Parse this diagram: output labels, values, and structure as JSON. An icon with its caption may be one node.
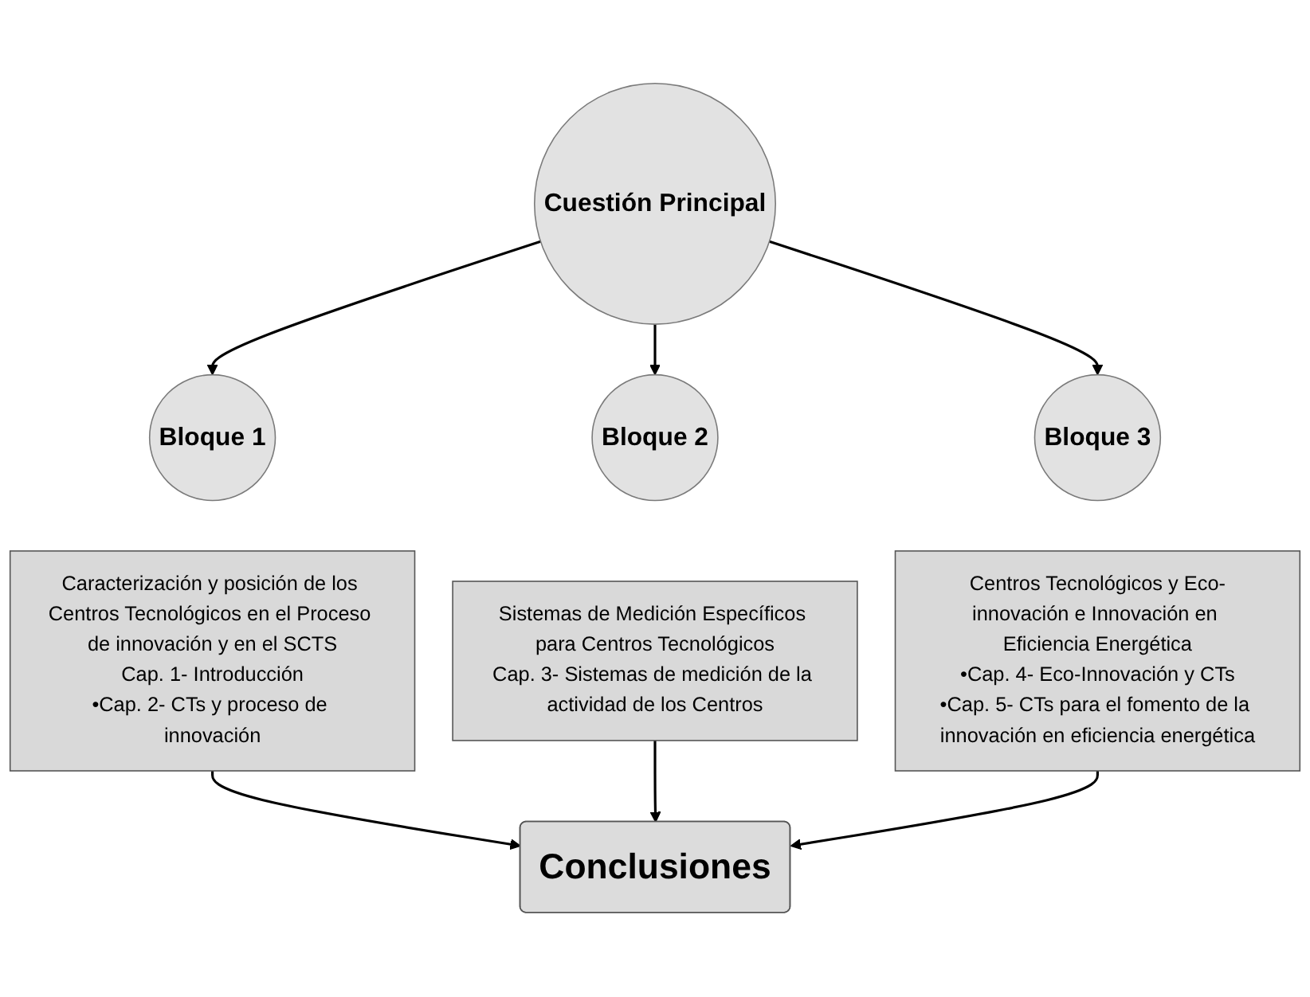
{
  "diagram": {
    "nodes": [
      {
        "text": [
          "Cuestión Principal"
        ]
      },
      {
        "text": [
          "Bloque 1"
        ]
      },
      {
        "text": [
          "Bloque 2"
        ]
      },
      {
        "text": [
          "Bloque 3"
        ]
      },
      {
        "text": [
          "Caracterización y posición de los Centros Tecnológicos en el Proceso de innovación y en el SCTS",
          "Cap. 1- Introducción",
          "•Cap. 2- CTs y proceso de innovación"
        ]
      },
      {
        "text": [
          "Sistemas de Medición Específicos para Centros Tecnológicos",
          "Cap. 3- Sistemas de medición de la actividad de los Centros"
        ]
      },
      {
        "text": [
          "Centros Tecnológicos y Eco-innovación e Innovación en Eficiencia Energética",
          "•Cap. 4- Eco-Innovación y CTs",
          "•Cap. 5- CTs para el fomento de la innovación en eficiencia energética"
        ]
      },
      {
        "text": [
          "Conclusiones"
        ]
      }
    ],
    "edges": [
      {
        "from": 0,
        "to": 1,
        "arrow": "to"
      },
      {
        "from": 0,
        "to": 2,
        "arrow": "to"
      },
      {
        "from": 0,
        "to": 3,
        "arrow": "to"
      },
      {
        "from": 4,
        "to": 7,
        "arrow": "to"
      },
      {
        "from": 5,
        "to": 7,
        "arrow": "to"
      },
      {
        "from": 6,
        "to": 7,
        "arrow": "to"
      }
    ]
  }
}
